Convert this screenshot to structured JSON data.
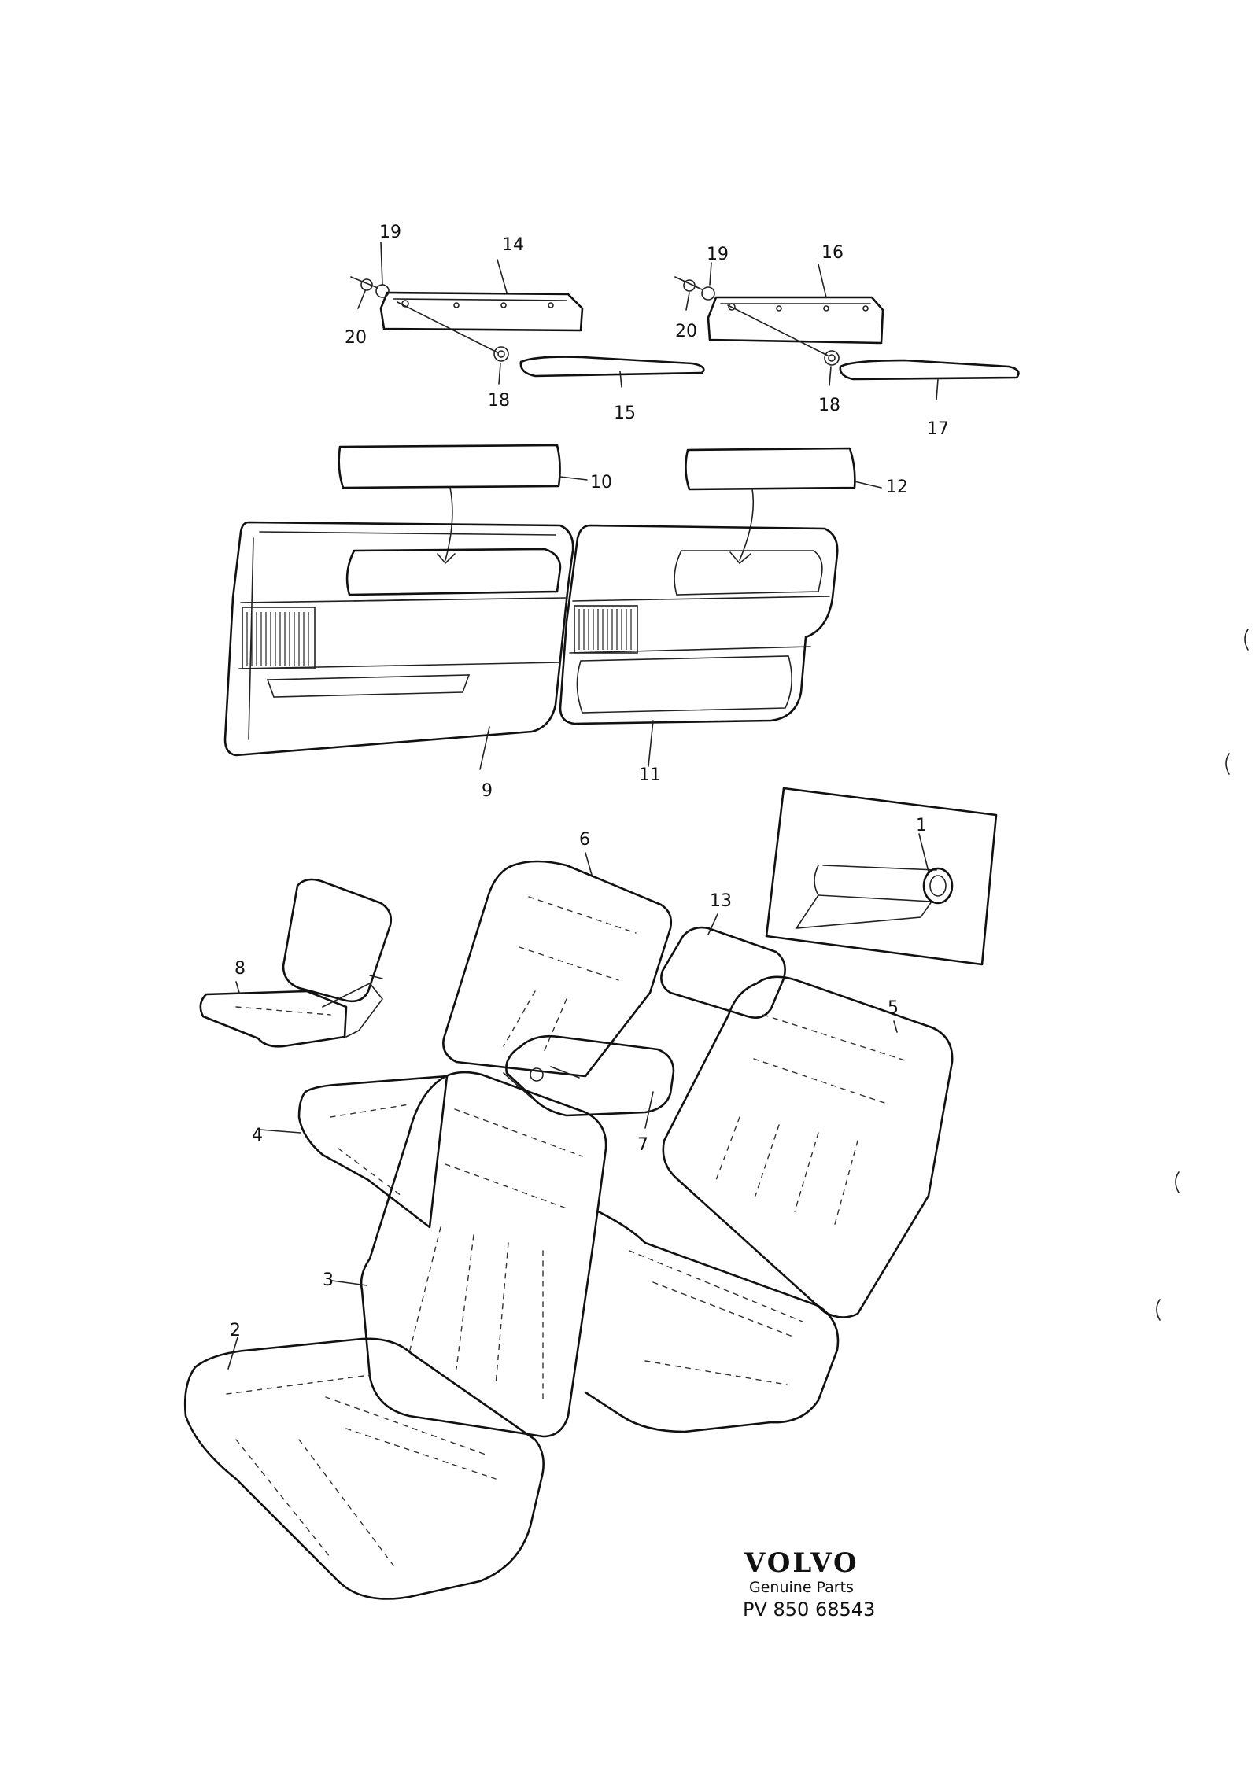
{
  "callouts": [
    "1",
    "2",
    "3",
    "4",
    "5",
    "6",
    "7",
    "8",
    "9",
    "10",
    "11",
    "12",
    "13",
    "14",
    "15",
    "16",
    "17",
    "18",
    "18",
    "19",
    "19",
    "20",
    "20"
  ],
  "logo": {
    "brand": "VOLVO",
    "subtitle": "Genuine Parts",
    "code": "PV 850 68543"
  }
}
